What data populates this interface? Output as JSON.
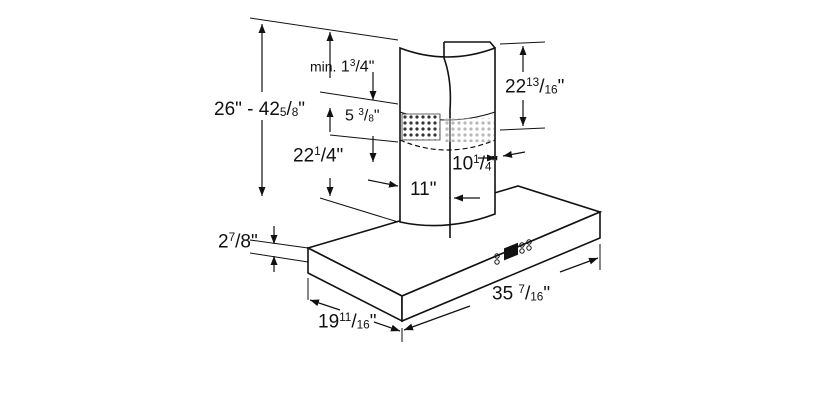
{
  "dimensions": {
    "overall_height": {
      "whole": "26",
      "sep": "\" - ",
      "whole2": "42",
      "num": "5",
      "den": "8",
      "unit": "\""
    },
    "min_gap": {
      "prefix": "min.",
      "whole": "1",
      "num": "3",
      "den": "4",
      "unit": "\""
    },
    "slot_height": {
      "whole": "5",
      "num": "3",
      "den": "8",
      "unit": "\""
    },
    "chimney_height": {
      "whole": "22",
      "num": "1",
      "den": "4",
      "unit": "\""
    },
    "upper_duct_height": {
      "whole": "22",
      "num": "13",
      "den": "16",
      "unit": "\""
    },
    "duct_width": {
      "whole": "10",
      "num": "1",
      "den": "4",
      "unit": "\""
    },
    "chimney_depth": {
      "whole": "11",
      "unit": "\""
    },
    "canopy_thickness": {
      "whole": "2",
      "num": "7",
      "den": "8",
      "unit": "\""
    },
    "hood_depth": {
      "whole": "19",
      "num": "11",
      "den": "16",
      "unit": "\""
    },
    "hood_width": {
      "whole": "35",
      "num": "7",
      "den": "16",
      "unit": "\""
    }
  }
}
